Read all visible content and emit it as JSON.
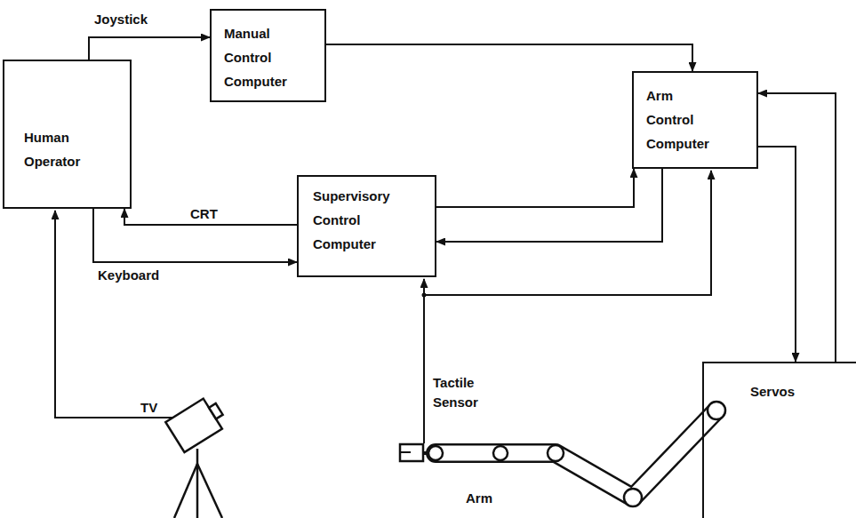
{
  "diagram": {
    "nodes": [
      {
        "text": [
          "Human Operator"
        ]
      },
      {
        "text": [
          "Manual Control Computer"
        ]
      },
      {
        "text": [
          "Supervisory Control Computer"
        ]
      },
      {
        "text": [
          "Arm Control Computer"
        ]
      },
      {
        "text": [
          "Servos"
        ]
      }
    ],
    "edges": [
      {
        "from": 0,
        "to": 1,
        "label": "Joystick",
        "arrow": "to"
      },
      {
        "from": 1,
        "to": 3,
        "arrow": "to"
      },
      {
        "from": 2,
        "to": 0,
        "label": "CRT",
        "arrow": "to"
      },
      {
        "from": 0,
        "to": 2,
        "label": "Keyboard",
        "arrow": "to"
      },
      {
        "from": 2,
        "to": 3,
        "arrow": "to"
      },
      {
        "from": 3,
        "to": 2,
        "arrow": "to"
      },
      {
        "from": 3,
        "to": 4,
        "arrow": "to"
      },
      {
        "from": 4,
        "to": 3,
        "arrow": "to"
      }
    ],
    "labels": [
      "Tactile Sensor",
      "TV",
      "Arm"
    ]
  }
}
